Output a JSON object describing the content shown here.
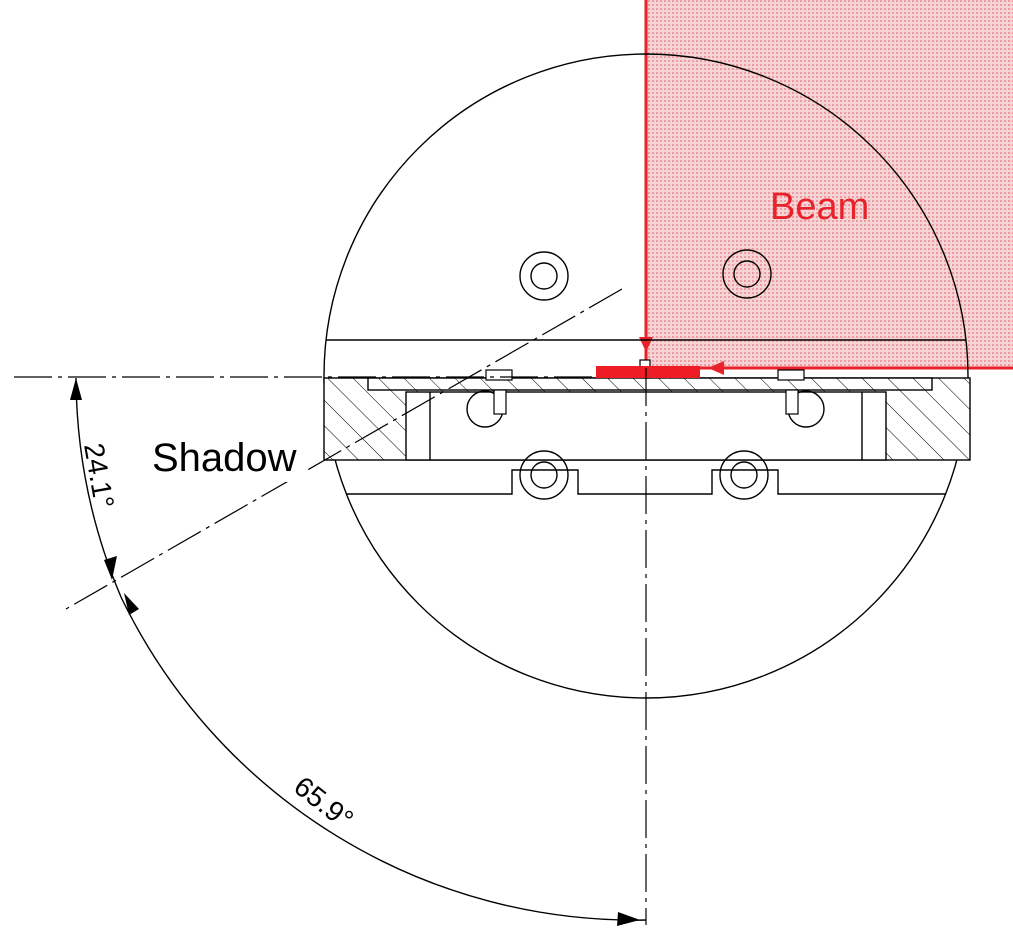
{
  "labels": {
    "beam": "Beam",
    "shadow": "Shadow",
    "angle_small": "24.1°",
    "angle_large": "65.9°"
  },
  "colors": {
    "beam": "#e8222a",
    "beam_fill": "#f4c4c7",
    "line": "#000000",
    "sample": "#ee1c24"
  }
}
